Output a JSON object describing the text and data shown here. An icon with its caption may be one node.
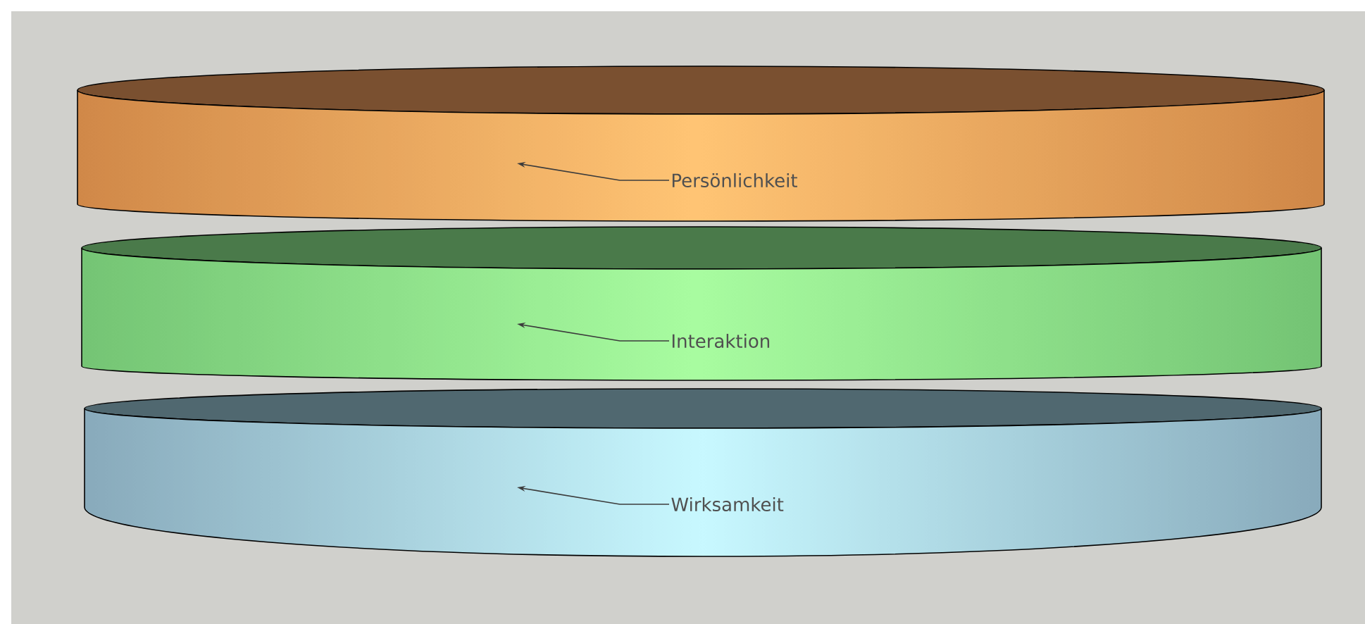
{
  "diagram": {
    "nodes": [
      {
        "text": [
          "Persönlichkeit"
        ]
      },
      {
        "text": [
          "Interaktion"
        ]
      },
      {
        "text": [
          "Wirksamkeit"
        ]
      }
    ],
    "edges": [
      {
        "from": 0,
        "to": null,
        "arrow": "to"
      },
      {
        "from": 1,
        "to": null,
        "arrow": "to"
      },
      {
        "from": 2,
        "to": null,
        "arrow": "to"
      }
    ]
  }
}
